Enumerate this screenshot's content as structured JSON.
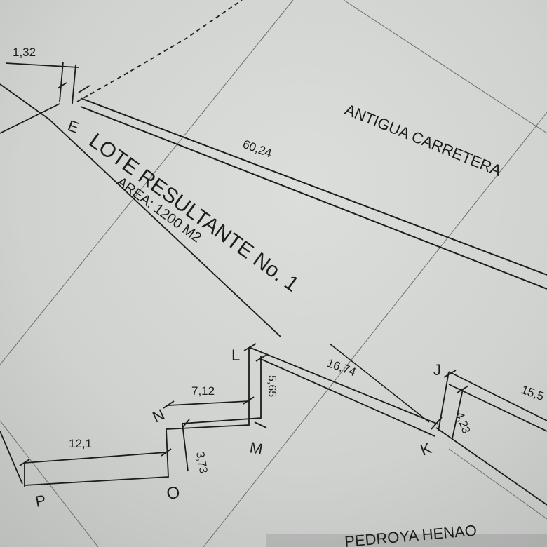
{
  "road_label": "ANTIGUA CARRETERA",
  "lot": {
    "title": "LOTE RESULTANTE No. 1",
    "area": "AREA: 1200 M2"
  },
  "owner_partial": "PEDROYA HENAO",
  "points": {
    "E": "E",
    "J": "J",
    "K": "K",
    "L": "L",
    "M": "M",
    "N": "N",
    "O": "O",
    "P": "P"
  },
  "dimensions": {
    "d_1_32": "1,32",
    "d_60_24": "60,24",
    "d_16_74": "16,74",
    "d_15_5": "15,5",
    "d_4_23": "4,23",
    "d_5_65": "5,65",
    "d_7_12": "7,12",
    "d_3_73": "3,73",
    "d_12_1": "12,1"
  },
  "colors": {
    "paper": "#d4d6d4",
    "ink": "#1c1c1c"
  }
}
